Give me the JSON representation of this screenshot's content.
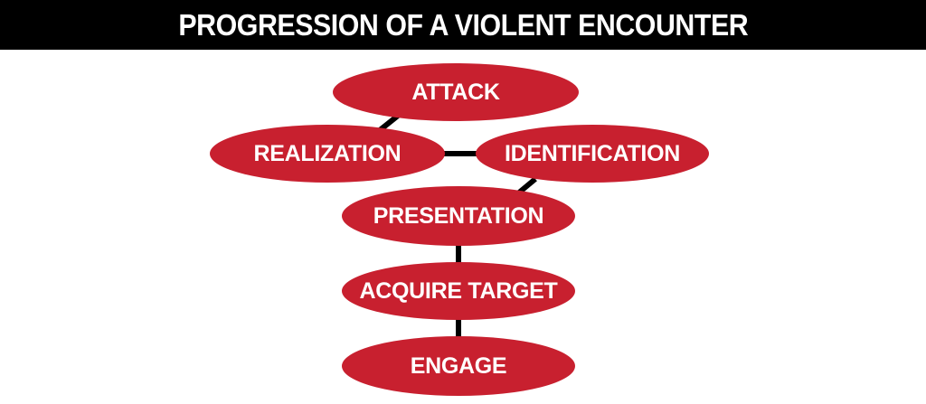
{
  "header": {
    "title": "PROGRESSION OF A VIOLENT ENCOUNTER"
  },
  "colors": {
    "banner": "#000000",
    "node_fill": "#c8202f",
    "node_text": "#ffffff",
    "connector": "#000000"
  },
  "nodes": [
    {
      "id": "attack",
      "label": "ATTACK"
    },
    {
      "id": "realization",
      "label": "REALIZATION"
    },
    {
      "id": "identification",
      "label": "IDENTIFICATION"
    },
    {
      "id": "presentation",
      "label": "PRESENTATION"
    },
    {
      "id": "acquire_target",
      "label": "ACQUIRE TARGET"
    },
    {
      "id": "engage",
      "label": "ENGAGE"
    }
  ],
  "edges": [
    {
      "from": "attack",
      "to": "realization"
    },
    {
      "from": "realization",
      "to": "identification"
    },
    {
      "from": "identification",
      "to": "presentation"
    },
    {
      "from": "presentation",
      "to": "acquire_target"
    },
    {
      "from": "acquire_target",
      "to": "engage"
    }
  ]
}
